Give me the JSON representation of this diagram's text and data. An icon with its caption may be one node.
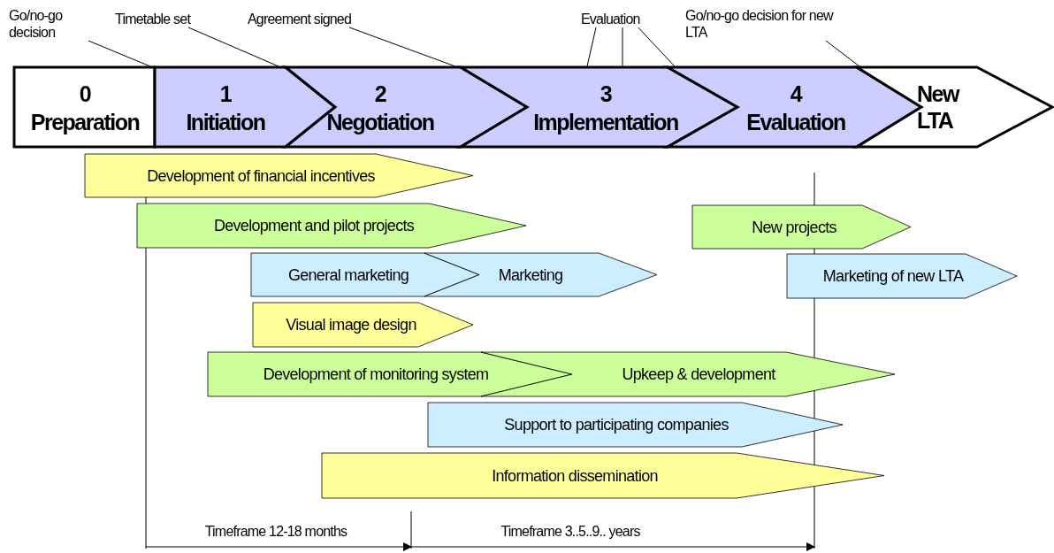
{
  "diagram": {
    "nodes": [
      {
        "text": [
          "Go/no-go decision"
        ]
      },
      {
        "text": [
          "Timetable set"
        ]
      },
      {
        "text": [
          "Agreement signed"
        ]
      },
      {
        "text": [
          "Evaluation"
        ]
      },
      {
        "text": [
          "Go/no-go decision for new LTA"
        ]
      },
      {
        "text": [
          "0",
          "Preparation"
        ]
      },
      {
        "text": [
          "1",
          "Initiation"
        ]
      },
      {
        "text": [
          "2",
          "Negotiation"
        ]
      },
      {
        "text": [
          "3",
          "Implementation"
        ]
      },
      {
        "text": [
          "4",
          "Evaluation"
        ]
      },
      {
        "text": [
          "New LTA"
        ]
      },
      {
        "text": [
          "Development of financial incentives"
        ]
      },
      {
        "text": [
          "Development and pilot projects"
        ]
      },
      {
        "text": [
          "New projects"
        ]
      },
      {
        "text": [
          "General marketing"
        ]
      },
      {
        "text": [
          "Marketing"
        ]
      },
      {
        "text": [
          "Marketing of new LTA"
        ]
      },
      {
        "text": [
          "Visual image design"
        ]
      },
      {
        "text": [
          "Development of monitoring system"
        ]
      },
      {
        "text": [
          "Upkeep & development"
        ]
      },
      {
        "text": [
          "Support to participating companies"
        ]
      },
      {
        "text": [
          "Information dissemination"
        ]
      }
    ],
    "edges": [
      {
        "from": 0,
        "to": 5,
        "arrow": "none"
      },
      {
        "from": 1,
        "to": 6,
        "arrow": "none"
      },
      {
        "from": 2,
        "to": 7,
        "arrow": "none"
      },
      {
        "from": 3,
        "to": 8,
        "arrow": "none"
      },
      {
        "from": 3,
        "to": 8,
        "arrow": "none"
      },
      {
        "from": 3,
        "to": 9,
        "arrow": "none"
      },
      {
        "from": 4,
        "to": 10,
        "arrow": "none"
      }
    ],
    "labels": [
      "Timeframe 12-18 months",
      "Timeframe 3..5..9.. years"
    ]
  }
}
